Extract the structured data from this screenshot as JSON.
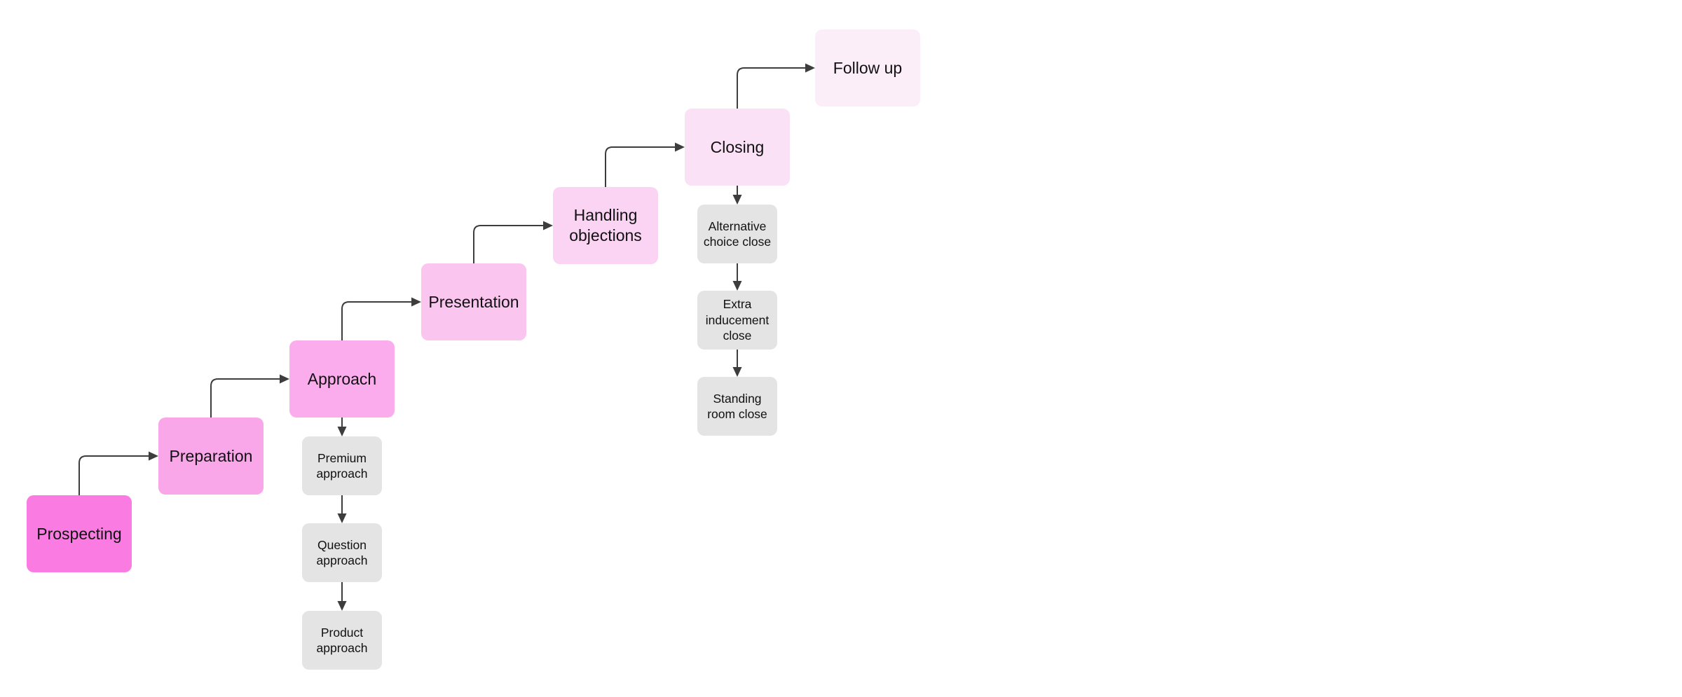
{
  "nodes": {
    "main": [
      {
        "id": "prospecting",
        "label": "Prospecting",
        "color": "#fa7ce2"
      },
      {
        "id": "preparation",
        "label": "Preparation",
        "color": "#faa7ea"
      },
      {
        "id": "approach",
        "label": "Approach",
        "color": "#fbaced"
      },
      {
        "id": "presentation",
        "label": "Presentation",
        "color": "#fac5ef"
      },
      {
        "id": "handling",
        "label": "Handling objections",
        "color": "#fad4f2"
      },
      {
        "id": "closing",
        "label": "Closing",
        "color": "#fae1f5"
      },
      {
        "id": "followup",
        "label": "Follow up",
        "color": "#fceef9"
      }
    ],
    "approach_substeps": [
      {
        "id": "premium",
        "label": "Premium approach",
        "color": "#e4e4e4"
      },
      {
        "id": "question",
        "label": "Question approach",
        "color": "#e4e4e4"
      },
      {
        "id": "product",
        "label": "Product approach",
        "color": "#e4e4e4"
      }
    ],
    "closing_substeps": [
      {
        "id": "alternative",
        "label": "Alternative choice close",
        "color": "#e4e4e4"
      },
      {
        "id": "extra",
        "label": "Extra inducement close",
        "color": "#e4e4e4"
      },
      {
        "id": "standing",
        "label": "Standing room close",
        "color": "#e4e4e4"
      }
    ]
  },
  "edges": [
    {
      "from": "Prospecting",
      "to": "Preparation"
    },
    {
      "from": "Preparation",
      "to": "Approach"
    },
    {
      "from": "Approach",
      "to": "Presentation"
    },
    {
      "from": "Presentation",
      "to": "Handling objections"
    },
    {
      "from": "Handling objections",
      "to": "Closing"
    },
    {
      "from": "Closing",
      "to": "Follow up"
    },
    {
      "from": "Approach",
      "to": "Premium approach"
    },
    {
      "from": "Premium approach",
      "to": "Question approach"
    },
    {
      "from": "Question approach",
      "to": "Product approach"
    },
    {
      "from": "Closing",
      "to": "Alternative choice close"
    },
    {
      "from": "Alternative choice close",
      "to": "Extra inducement close"
    },
    {
      "from": "Extra inducement close",
      "to": "Standing room close"
    }
  ],
  "colors": {
    "background": "#ffffff",
    "connector": "#3d3d3d",
    "text": "#111111"
  }
}
